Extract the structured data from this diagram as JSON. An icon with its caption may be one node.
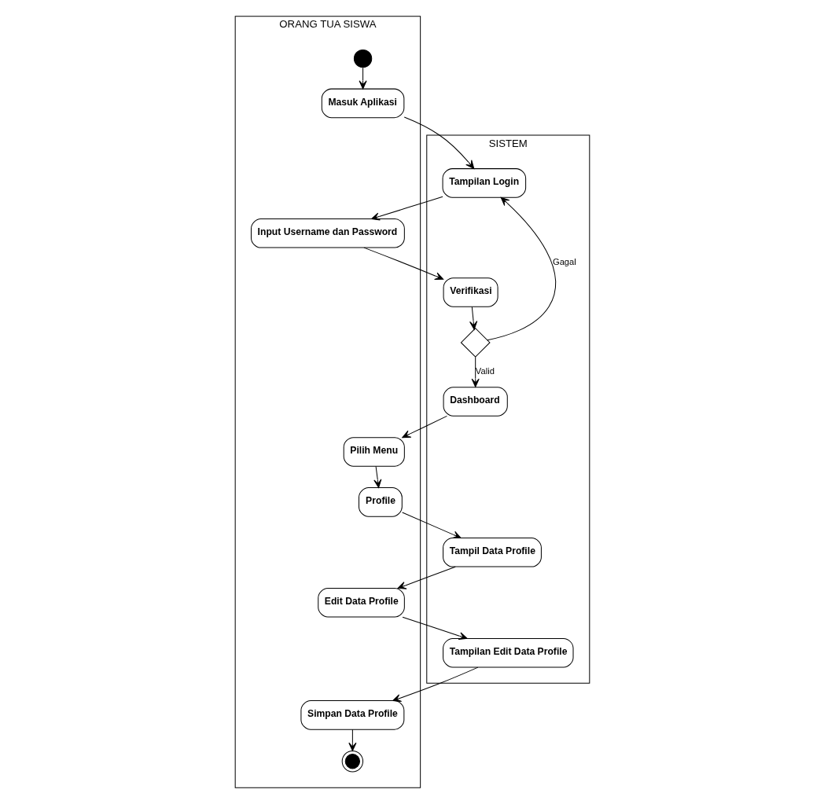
{
  "diagram": {
    "nodes": [
      {
        "text": [
          "ORANG TUA SISWA"
        ]
      },
      {
        "text": [
          "SISTEM"
        ]
      },
      {
        "text": [],
        "shape": "circle",
        "in": 0
      },
      {
        "text": [
          "Masuk Aplikasi"
        ],
        "in": 0
      },
      {
        "text": [
          "Tampilan Login"
        ],
        "in": 1
      },
      {
        "text": [
          "Input Username dan Password"
        ],
        "in": 0
      },
      {
        "text": [
          "Verifikasi"
        ],
        "in": 1
      },
      {
        "text": [],
        "shape": "diamond",
        "in": 1
      },
      {
        "text": [
          "Dashboard"
        ],
        "in": 1
      },
      {
        "text": [
          "Pilih Menu"
        ],
        "in": 0
      },
      {
        "text": [
          "Profile"
        ],
        "in": 0
      },
      {
        "text": [
          "Tampil Data Profile"
        ],
        "in": 1
      },
      {
        "text": [
          "Edit Data Profile"
        ],
        "in": 0
      },
      {
        "text": [
          "Tampilan Edit Data Profile"
        ],
        "in": 1
      },
      {
        "text": [
          "Simpan Data Profile"
        ],
        "in": 0
      },
      {
        "text": [],
        "shape": "circle",
        "in": 0
      }
    ],
    "edges": [
      {
        "from": 2,
        "to": 3,
        "arrow": "to"
      },
      {
        "from": 3,
        "to": 4,
        "arrow": "to"
      },
      {
        "from": 4,
        "to": 5,
        "arrow": "to"
      },
      {
        "from": 5,
        "to": 6,
        "arrow": "to"
      },
      {
        "from": 6,
        "to": 7,
        "arrow": "to"
      },
      {
        "from": 7,
        "to": 4,
        "arrow": "to",
        "label": "Gagal"
      },
      {
        "from": 7,
        "to": 8,
        "arrow": "to",
        "label": "Valid"
      },
      {
        "from": 8,
        "to": 9,
        "arrow": "to"
      },
      {
        "from": 9,
        "to": 10,
        "arrow": "to"
      },
      {
        "from": 10,
        "to": 11,
        "arrow": "to"
      },
      {
        "from": 11,
        "to": 12,
        "arrow": "to"
      },
      {
        "from": 12,
        "to": 13,
        "arrow": "to"
      },
      {
        "from": 13,
        "to": 14,
        "arrow": "to"
      },
      {
        "from": 14,
        "to": 15,
        "arrow": "to"
      }
    ]
  }
}
